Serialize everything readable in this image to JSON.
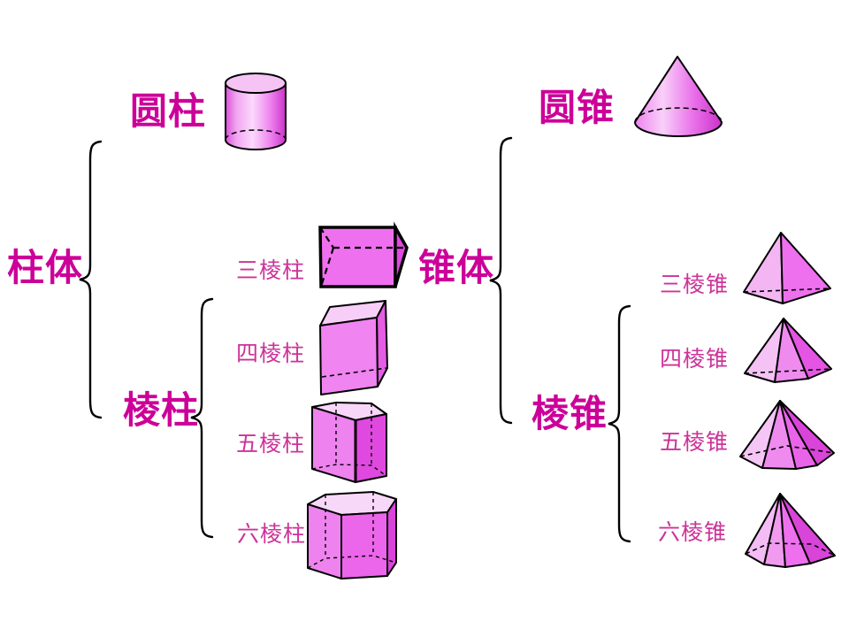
{
  "slide": {
    "background": "#ffffff",
    "colors": {
      "primary_label": "#cc0099",
      "secondary_label": "#cc3399",
      "shape_pink": "#ee70ee",
      "shape_pink_light": "#f7cdf7",
      "shape_pink_dark": "#dd44dd",
      "outline": "#000000",
      "brace": "#000000"
    },
    "left": {
      "root_label": "柱体",
      "cylinder_label": "圆柱",
      "group_label": "棱柱",
      "items": [
        {
          "label": "三棱柱",
          "shape": "triangular-prism"
        },
        {
          "label": "四棱柱",
          "shape": "quadrangular-prism"
        },
        {
          "label": "五棱柱",
          "shape": "pentagonal-prism"
        },
        {
          "label": "六棱柱",
          "shape": "hexagonal-prism"
        }
      ]
    },
    "right": {
      "root_label": "锥体",
      "cone_label": "圆锥",
      "group_label": "棱锥",
      "items": [
        {
          "label": "三棱锥",
          "shape": "triangular-pyramid"
        },
        {
          "label": "四棱锥",
          "shape": "quadrangular-pyramid"
        },
        {
          "label": "五棱锥",
          "shape": "pentagonal-pyramid"
        },
        {
          "label": "六棱锥",
          "shape": "hexagonal-pyramid"
        }
      ]
    }
  }
}
